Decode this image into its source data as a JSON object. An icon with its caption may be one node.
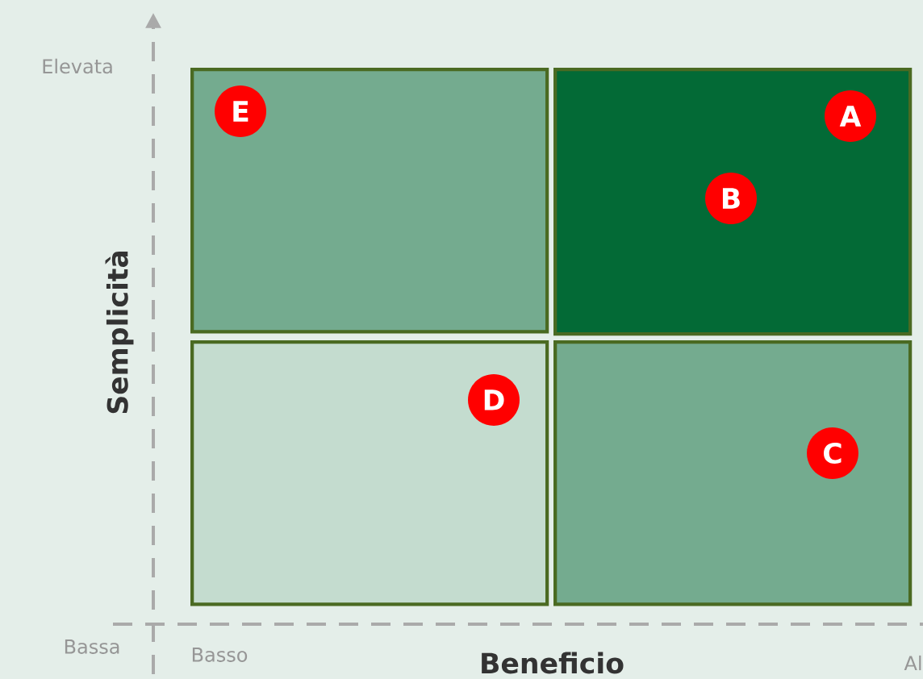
{
  "diagram": {
    "nodes": [
      {
        "text": [],
        "shape": "box"
      },
      {
        "text": [
          "E"
        ],
        "in": 0
      },
      {
        "text": [],
        "shape": "box"
      },
      {
        "text": [
          "A"
        ],
        "in": 2
      },
      {
        "text": [
          "B"
        ],
        "in": 2
      },
      {
        "text": [],
        "shape": "box"
      },
      {
        "text": [
          "D"
        ],
        "in": 5
      },
      {
        "text": [],
        "shape": "box"
      },
      {
        "text": [
          "C"
        ],
        "in": 7
      }
    ],
    "labels": [
      "Elevata",
      "Semplicità",
      "Bassa",
      "Basso",
      "Beneficio",
      "Al"
    ]
  }
}
